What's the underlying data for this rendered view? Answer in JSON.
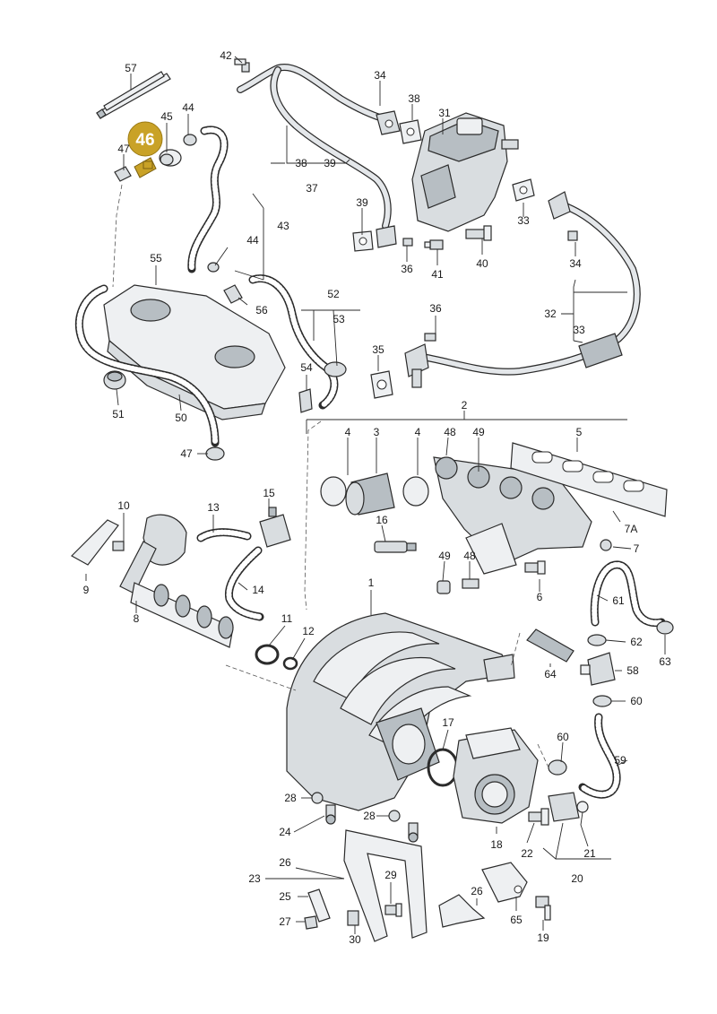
{
  "diagram": {
    "highlight": {
      "label": "46",
      "color": "#c9a227"
    },
    "labels": {
      "l1": "1",
      "l2": "2",
      "l3": "3",
      "l4a": "4",
      "l4b": "4",
      "l5": "5",
      "l6": "6",
      "l7": "7",
      "l7a": "7A",
      "l8": "8",
      "l9": "9",
      "l10": "10",
      "l11": "11",
      "l12": "12",
      "l13": "13",
      "l14": "14",
      "l15": "15",
      "l16": "16",
      "l17": "17",
      "l18": "18",
      "l19": "19",
      "l20": "20",
      "l21": "21",
      "l22": "22",
      "l23": "23",
      "l24": "24",
      "l25": "25",
      "l26a": "26",
      "l26b": "26",
      "l27": "27",
      "l28a": "28",
      "l28b": "28",
      "l29": "29",
      "l30": "30",
      "l31": "31",
      "l32": "32",
      "l33a": "33",
      "l33b": "33",
      "l34a": "34",
      "l34b": "34",
      "l35": "35",
      "l36a": "36",
      "l36b": "36",
      "l37": "37",
      "l38a": "38",
      "l38b": "38",
      "l39a": "39",
      "l39b": "39",
      "l40": "40",
      "l41": "41",
      "l42": "42",
      "l43": "43",
      "l44a": "44",
      "l44b": "44",
      "l45": "45",
      "l47a": "47",
      "l47b": "47",
      "l48a": "48",
      "l48b": "48",
      "l49a": "49",
      "l49b": "49",
      "l50": "50",
      "l51": "51",
      "l52": "52",
      "l53": "53",
      "l54": "54",
      "l55": "55",
      "l56": "56",
      "l57": "57",
      "l58": "58",
      "l59": "59",
      "l60a": "60",
      "l60b": "60",
      "l61": "61",
      "l62": "62",
      "l63": "63",
      "l64": "64",
      "l65": "65"
    }
  }
}
